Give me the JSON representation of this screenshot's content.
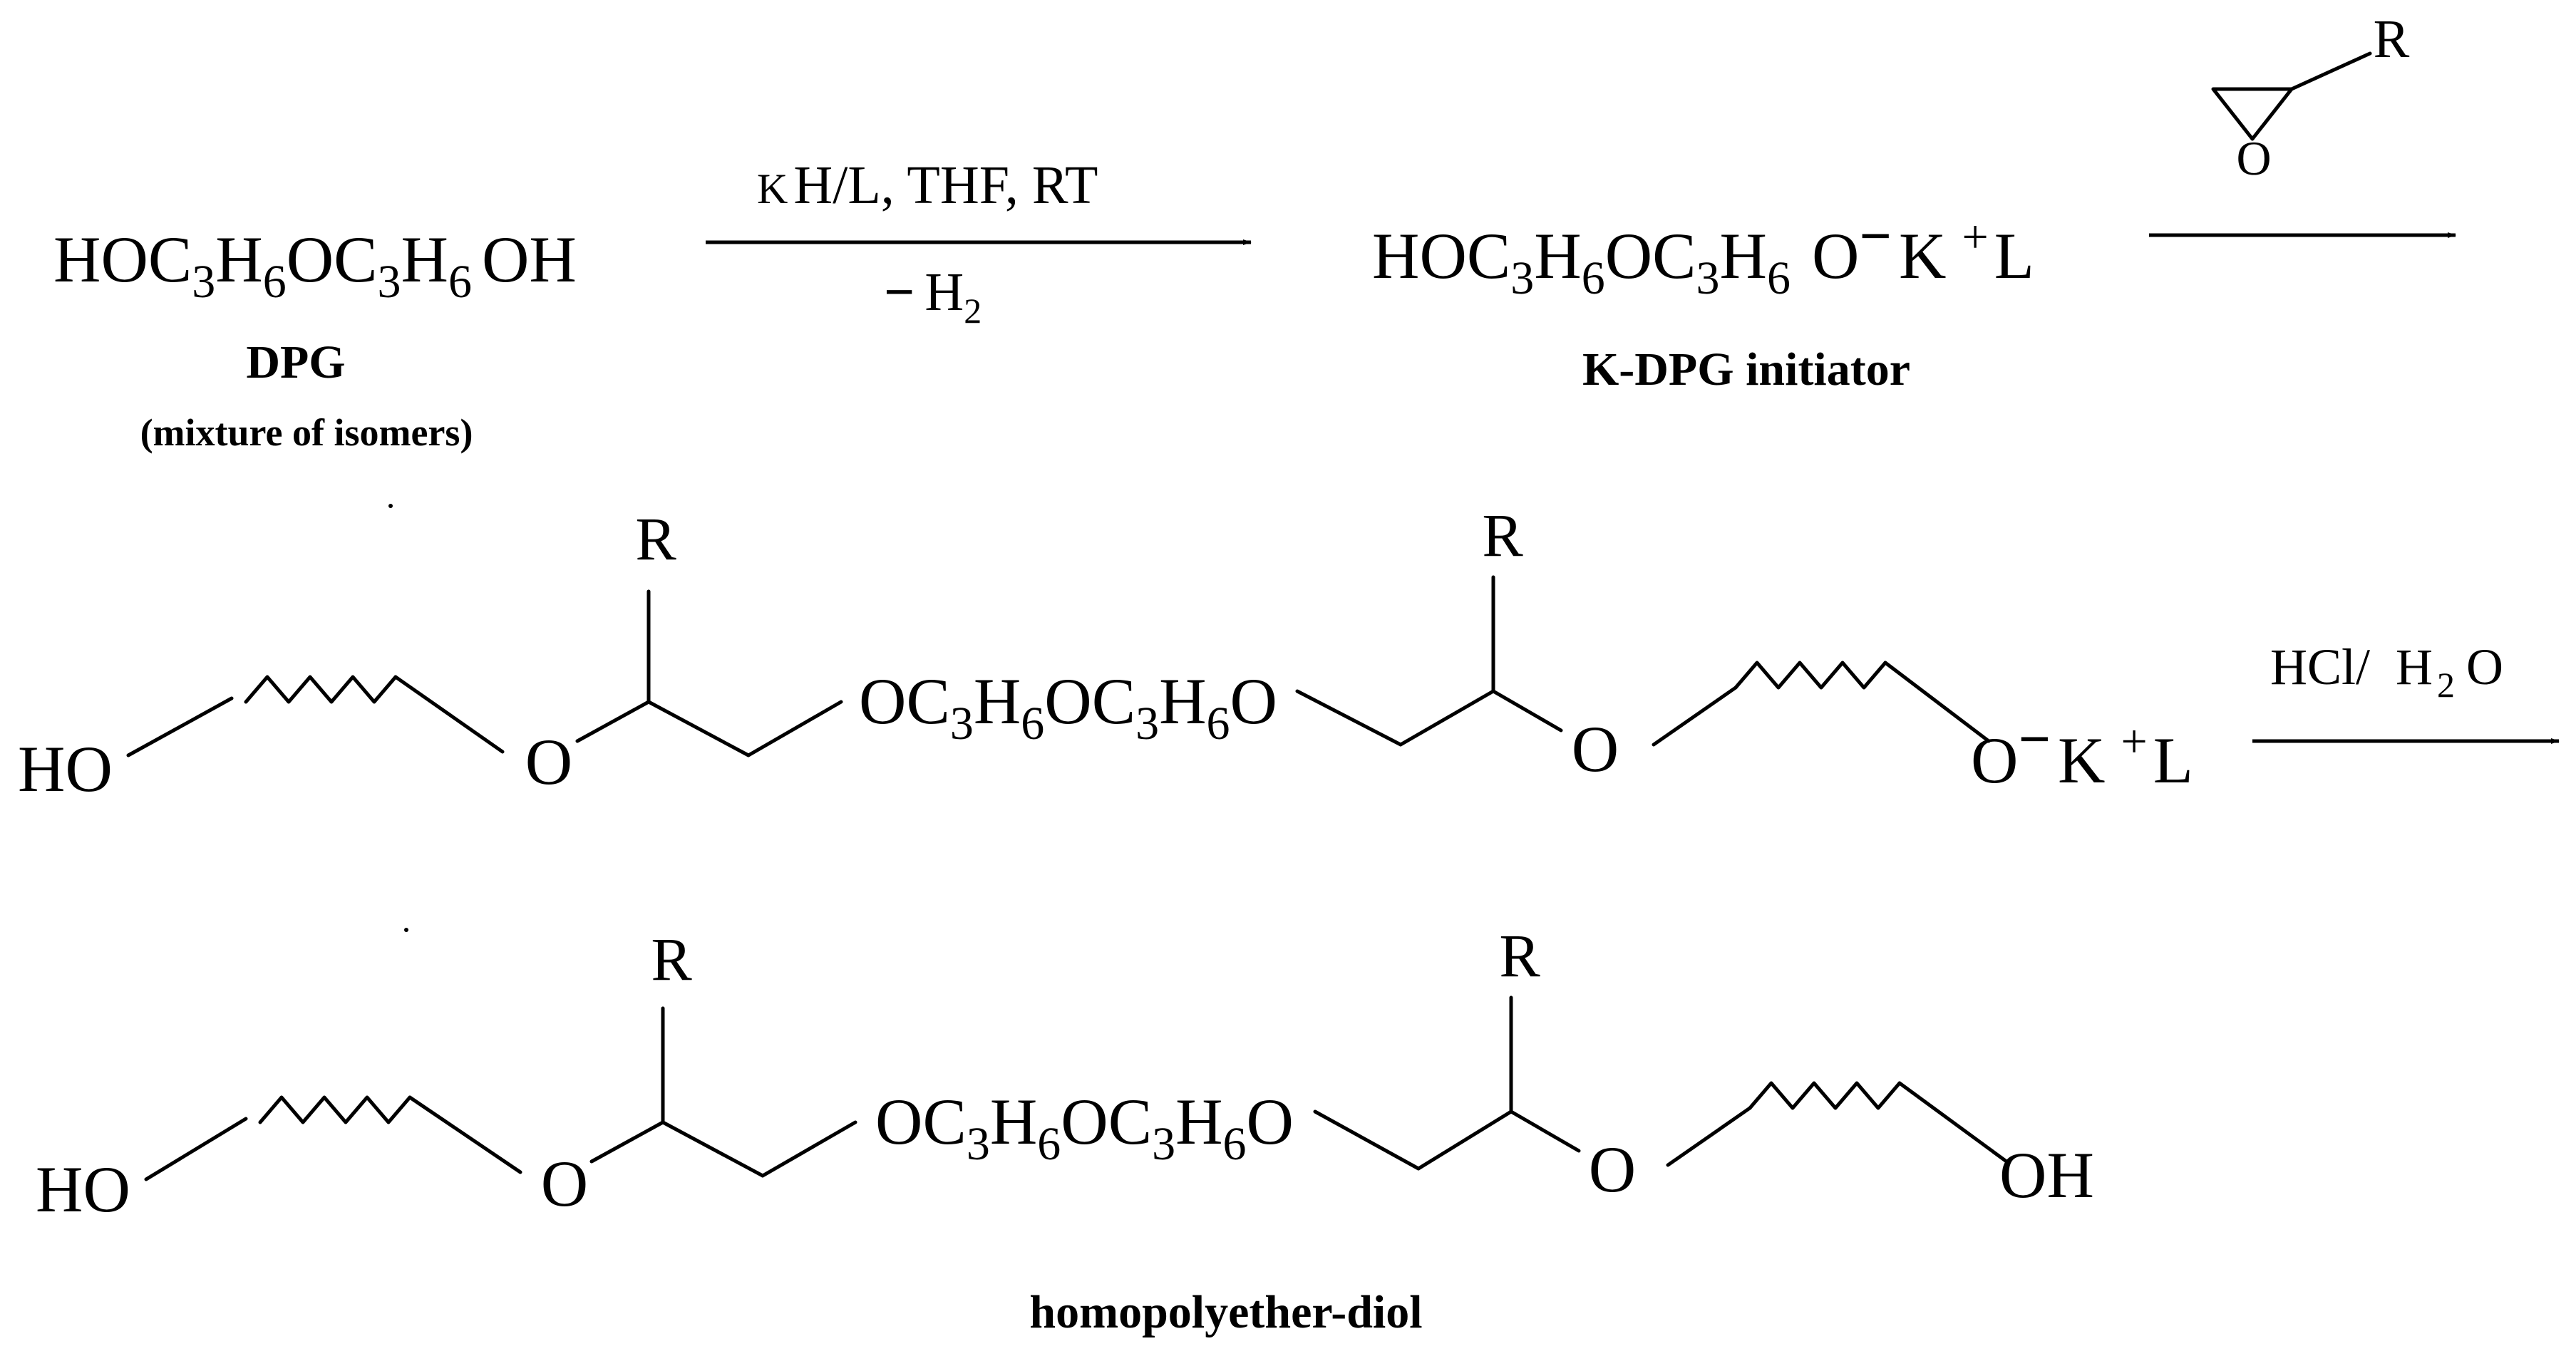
{
  "colors": {
    "ink": "#000000",
    "background": "#ffffff"
  },
  "row1": {
    "dpg": {
      "main": "HOC",
      "s1": "3",
      "h1": "H",
      "s2": "6",
      "oc": "OC",
      "s3": "3",
      "h2": "H",
      "s4": "6",
      "end": "OH"
    },
    "dpg_label": "DPG",
    "dpg_sublabel": "(mixture of isomers)",
    "arrow1": {
      "top_k": "K",
      "top_rest": "H/L, THF, RT",
      "bottom_minus": "−",
      "bottom_h": "H",
      "bottom_sub": "2"
    },
    "kdpg": {
      "main": "HOC",
      "s1": "3",
      "h1": "H",
      "s2": "6",
      "oc": "OC",
      "s3": "3",
      "h2": "H",
      "s4": "6",
      "o": "O",
      "o_charge": "−",
      "k": "K",
      "k_charge": "+",
      "l": "L"
    },
    "kdpg_label": "K-DPG initiator",
    "epoxide": {
      "r": "R",
      "o": "O"
    }
  },
  "row2": {
    "ho": "HO",
    "o_left": "O",
    "r_left": "R",
    "middle": {
      "oc": "OC",
      "s1": "3",
      "h1": "H",
      "s2": "6",
      "oc2": "OC",
      "s3": "3",
      "h2": "H",
      "s4": "6",
      "o": "O"
    },
    "r_right": "R",
    "o_right": "O",
    "end": {
      "o": "O",
      "o_charge": "−",
      "k": "K",
      "k_charge": "+",
      "l": "L"
    },
    "arrow3": {
      "hcl": "HCl/",
      "h": "H",
      "sub": "2",
      "o": "O"
    }
  },
  "row3": {
    "ho": "HO",
    "o_left": "O",
    "r_left": "R",
    "middle": {
      "oc": "OC",
      "s1": "3",
      "h1": "H",
      "s2": "6",
      "oc2": "OC",
      "s3": "3",
      "h2": "H",
      "s4": "6",
      "o": "O"
    },
    "r_right": "R",
    "o_right": "O",
    "oh": "OH",
    "label": "homopolyether-diol"
  }
}
